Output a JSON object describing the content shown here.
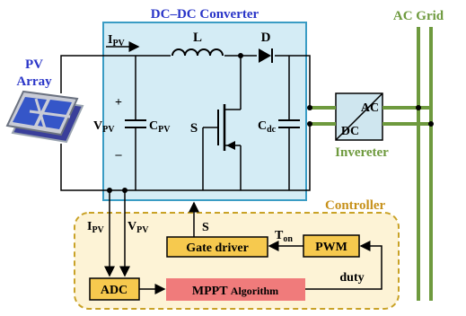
{
  "labels": {
    "converter_title": "DC–DC Converter",
    "ac_grid": "AC Grid",
    "pv_array_line1": "PV",
    "pv_array_line2": "Array",
    "ipv_main": "I",
    "ipv_sub": "PV",
    "inductor": "L",
    "diode": "D",
    "plus": "+",
    "minus": "–",
    "vpv_main": "V",
    "vpv_sub": "PV",
    "cpv_main": "C",
    "cpv_sub": "PV",
    "switch": "S",
    "cdc_main": "C",
    "cdc_sub": "dc",
    "inverter_ac": "AC",
    "inverter_dc": "DC",
    "inverter_name": "Invereter",
    "controller": "Controller",
    "ipv_sense_main": "I",
    "ipv_sense_sub": "PV",
    "vpv_sense_main": "V",
    "vpv_sense_sub": "PV",
    "gate_signal": "S",
    "gate_driver": "Gate driver",
    "ton_main": "T",
    "ton_sub": "on",
    "pwm": "PWM",
    "adc": "ADC",
    "mppt_main": "MPPT",
    "mppt_sub": "Algorithm",
    "duty": "duty"
  },
  "colors": {
    "converter_fill": "#d4ecf5",
    "converter_border": "#3a9cc4",
    "title_blue": "#2a35c8",
    "grid_green": "#6e9a3e",
    "controller_fill": "#fdf3d6",
    "controller_border": "#c9a227",
    "controller_text": "#c7911a",
    "block_fill": "#f6c94e",
    "mppt_fill": "#f07b7b",
    "inverter_fill": "#cfe6ef"
  }
}
